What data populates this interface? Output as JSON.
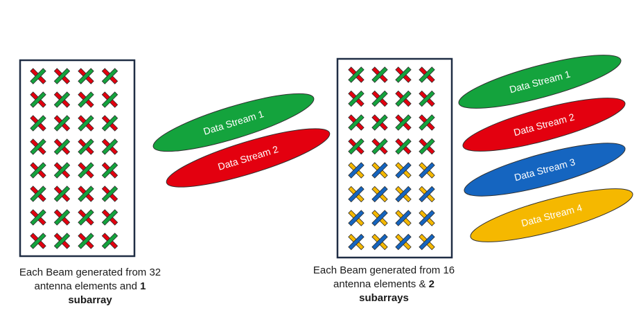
{
  "colors": {
    "red": "#e3000f",
    "green": "#14a33d",
    "blue": "#1565c0",
    "yellow": "#f5b800",
    "panel_border": "#1f2d44",
    "stream_text": "#ffffff"
  },
  "left_panel": {
    "grid": {
      "rows": 8,
      "cols": 4
    },
    "row_pattern": [
      "rg",
      "rg",
      "rg",
      "rg",
      "rg",
      "rg",
      "rg",
      "rg"
    ],
    "streams": [
      {
        "label": "Data Stream 1",
        "color": "green"
      },
      {
        "label": "Data Stream 2",
        "color": "red"
      }
    ],
    "caption": {
      "line1": "Each Beam generated from 32",
      "line2_pre": "antenna elements and ",
      "line2_bold": "1",
      "line3_bold": "subarray"
    }
  },
  "right_panel": {
    "grid": {
      "rows": 8,
      "cols": 4
    },
    "row_pattern": [
      "rg",
      "rg",
      "rg",
      "rg",
      "yb",
      "yb",
      "yb",
      "yb"
    ],
    "streams": [
      {
        "label": "Data Stream 1",
        "color": "green"
      },
      {
        "label": "Data Stream 2",
        "color": "red"
      },
      {
        "label": "Data Stream 3",
        "color": "blue"
      },
      {
        "label": "Data Stream 4",
        "color": "yellow"
      }
    ],
    "caption": {
      "line1": "Each Beam generated from 16",
      "line2_pre": "antenna elements & ",
      "line2_bold": "2",
      "line3_bold": "subarrays"
    }
  }
}
